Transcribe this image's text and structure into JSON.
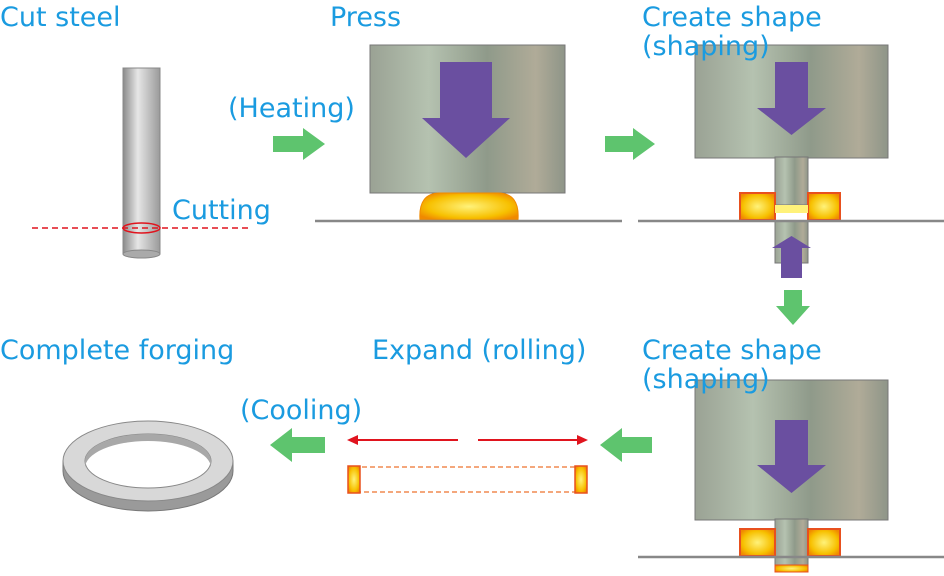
{
  "labels": {
    "cut_steel": "Cut steel",
    "cutting": "Cutting",
    "heating": "(Heating)",
    "press": "Press",
    "create_shape_1": "Create shape",
    "shaping_1": "(shaping)",
    "complete_forging": "Complete forging",
    "expand": "Expand (rolling)",
    "create_shape_2": "Create shape",
    "shaping_2": "(shaping)",
    "cooling": "(Cooling)"
  },
  "colors": {
    "label": "#1a9be0",
    "flow_arrow": "#5ec46e",
    "press_arrow": "#6a4fa0",
    "hot_metal": "#f7b500",
    "expand_arrow": "#e0141e"
  }
}
